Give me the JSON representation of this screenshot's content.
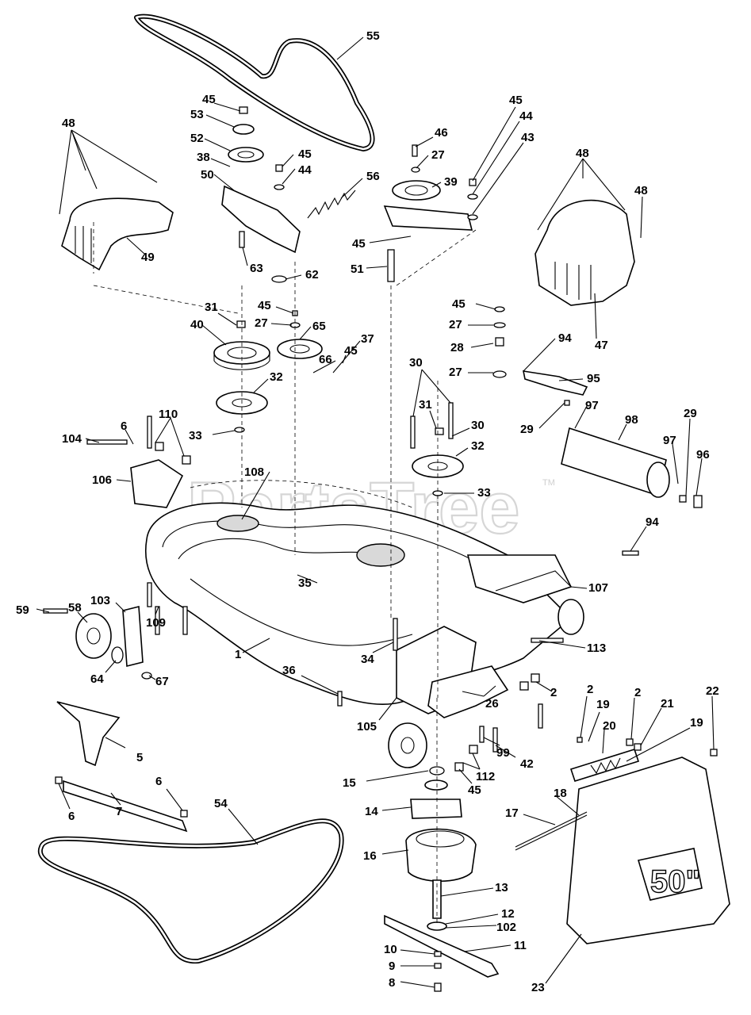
{
  "watermark": {
    "brand": "PartsTree",
    "trademark": "TM"
  },
  "labels": [
    {
      "id": "55",
      "text": "55"
    },
    {
      "id": "45a",
      "text": "45"
    },
    {
      "id": "53",
      "text": "53"
    },
    {
      "id": "52",
      "text": "52"
    },
    {
      "id": "38",
      "text": "38"
    },
    {
      "id": "50",
      "text": "50"
    },
    {
      "id": "45b",
      "text": "45"
    },
    {
      "id": "44a",
      "text": "44"
    },
    {
      "id": "56",
      "text": "56"
    },
    {
      "id": "63",
      "text": "63"
    },
    {
      "id": "62",
      "text": "62"
    },
    {
      "id": "48a",
      "text": "48"
    },
    {
      "id": "49",
      "text": "49"
    },
    {
      "id": "45c",
      "text": "45"
    },
    {
      "id": "44b",
      "text": "44"
    },
    {
      "id": "43",
      "text": "43"
    },
    {
      "id": "46",
      "text": "46"
    },
    {
      "id": "27a",
      "text": "27"
    },
    {
      "id": "39",
      "text": "39"
    },
    {
      "id": "45d",
      "text": "45"
    },
    {
      "id": "51",
      "text": "51"
    },
    {
      "id": "48b",
      "text": "48"
    },
    {
      "id": "48c",
      "text": "48"
    },
    {
      "id": "47",
      "text": "47"
    },
    {
      "id": "31a",
      "text": "31"
    },
    {
      "id": "40",
      "text": "40"
    },
    {
      "id": "45e",
      "text": "45"
    },
    {
      "id": "27b",
      "text": "27"
    },
    {
      "id": "65",
      "text": "65"
    },
    {
      "id": "66",
      "text": "66"
    },
    {
      "id": "45f",
      "text": "45"
    },
    {
      "id": "37",
      "text": "37"
    },
    {
      "id": "32a",
      "text": "32"
    },
    {
      "id": "45g",
      "text": "45"
    },
    {
      "id": "27c",
      "text": "27"
    },
    {
      "id": "28",
      "text": "28"
    },
    {
      "id": "27d",
      "text": "27"
    },
    {
      "id": "94a",
      "text": "94"
    },
    {
      "id": "95",
      "text": "95"
    },
    {
      "id": "30a",
      "text": "30"
    },
    {
      "id": "31b",
      "text": "31"
    },
    {
      "id": "30b",
      "text": "30"
    },
    {
      "id": "32b",
      "text": "32"
    },
    {
      "id": "29a",
      "text": "29"
    },
    {
      "id": "97a",
      "text": "97"
    },
    {
      "id": "98",
      "text": "98"
    },
    {
      "id": "29b",
      "text": "29"
    },
    {
      "id": "97b",
      "text": "97"
    },
    {
      "id": "96",
      "text": "96"
    },
    {
      "id": "110",
      "text": "110"
    },
    {
      "id": "104",
      "text": "104"
    },
    {
      "id": "6a",
      "text": "6"
    },
    {
      "id": "33a",
      "text": "33"
    },
    {
      "id": "106",
      "text": "106"
    },
    {
      "id": "108",
      "text": "108"
    },
    {
      "id": "33b",
      "text": "33"
    },
    {
      "id": "94b",
      "text": "94"
    },
    {
      "id": "35",
      "text": "35"
    },
    {
      "id": "107",
      "text": "107"
    },
    {
      "id": "59",
      "text": "59"
    },
    {
      "id": "58",
      "text": "58"
    },
    {
      "id": "103",
      "text": "103"
    },
    {
      "id": "109",
      "text": "109"
    },
    {
      "id": "1",
      "text": "1"
    },
    {
      "id": "34",
      "text": "34"
    },
    {
      "id": "113",
      "text": "113"
    },
    {
      "id": "64",
      "text": "64"
    },
    {
      "id": "67",
      "text": "67"
    },
    {
      "id": "36",
      "text": "36"
    },
    {
      "id": "26",
      "text": "26"
    },
    {
      "id": "2a",
      "text": "2"
    },
    {
      "id": "2b",
      "text": "2"
    },
    {
      "id": "19a",
      "text": "19"
    },
    {
      "id": "2c",
      "text": "2"
    },
    {
      "id": "21",
      "text": "21"
    },
    {
      "id": "22",
      "text": "22"
    },
    {
      "id": "105",
      "text": "105"
    },
    {
      "id": "20",
      "text": "20"
    },
    {
      "id": "19b",
      "text": "19"
    },
    {
      "id": "5",
      "text": "5"
    },
    {
      "id": "99",
      "text": "99"
    },
    {
      "id": "42",
      "text": "42"
    },
    {
      "id": "112",
      "text": "112"
    },
    {
      "id": "15",
      "text": "15"
    },
    {
      "id": "45h",
      "text": "45"
    },
    {
      "id": "6b",
      "text": "6"
    },
    {
      "id": "54",
      "text": "54"
    },
    {
      "id": "18",
      "text": "18"
    },
    {
      "id": "14",
      "text": "14"
    },
    {
      "id": "17",
      "text": "17"
    },
    {
      "id": "6c",
      "text": "6"
    },
    {
      "id": "7",
      "text": "7"
    },
    {
      "id": "16",
      "text": "16"
    },
    {
      "id": "13",
      "text": "13"
    },
    {
      "id": "12",
      "text": "12"
    },
    {
      "id": "102",
      "text": "102"
    },
    {
      "id": "11",
      "text": "11"
    },
    {
      "id": "10",
      "text": "10"
    },
    {
      "id": "9",
      "text": "9"
    },
    {
      "id": "8",
      "text": "8"
    },
    {
      "id": "23",
      "text": "23"
    }
  ],
  "chute_badge": "50\""
}
